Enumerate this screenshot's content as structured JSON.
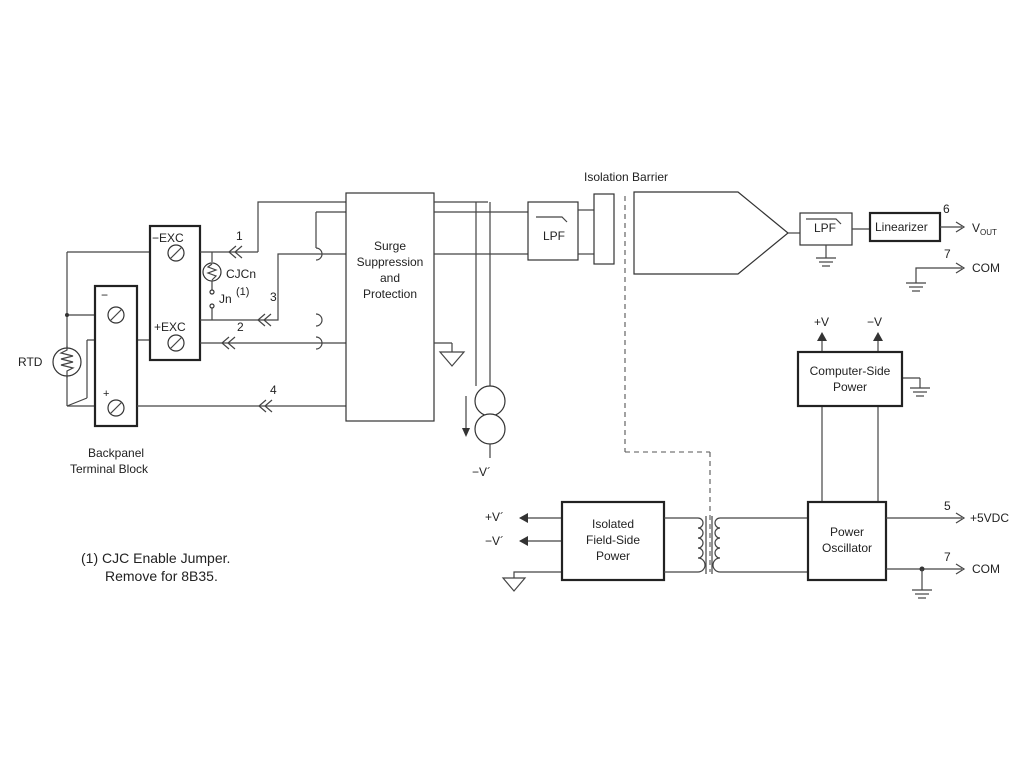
{
  "labels": {
    "rtd": "RTD",
    "backpanel_line1": "Backpanel",
    "backpanel_line2": "Terminal Block",
    "minus_exc": "−EXC",
    "plus_exc": "+EXC",
    "term_minus": "−",
    "term_plus": "+",
    "cjcn": "CJCn",
    "jn": "Jn",
    "jn_sup": "(1)",
    "pin1": "1",
    "pin2": "2",
    "pin3": "3",
    "pin4": "4",
    "surge_line1": "Surge",
    "surge_line2": "Suppression",
    "surge_line3": "and",
    "surge_line4": "Protection",
    "isolation_barrier": "Isolation Barrier",
    "lpf1": "LPF",
    "lpf2": "LPF",
    "linearizer": "Linearizer",
    "pin6": "6",
    "vout": "V",
    "vout_sub": "OUT",
    "pin7a": "7",
    "com1": "COM",
    "plus_v": "+V",
    "minus_v": "−V",
    "computer_power_line1": "Computer-Side",
    "computer_power_line2": "Power",
    "minus_v_prime": "−V´",
    "isolated_line1": "Isolated",
    "isolated_line2": "Field-Side",
    "isolated_line3": "Power",
    "plus_v_prime_left": "+V´",
    "minus_v_prime_left": "−V´",
    "osc_line1": "Power",
    "osc_line2": "Oscillator",
    "pin5": "5",
    "plus5vdc": "+5VDC",
    "pin7b": "7",
    "com2": "COM",
    "note_line1": "(1) CJC Enable Jumper.",
    "note_line2": "Remove for 8B35."
  }
}
